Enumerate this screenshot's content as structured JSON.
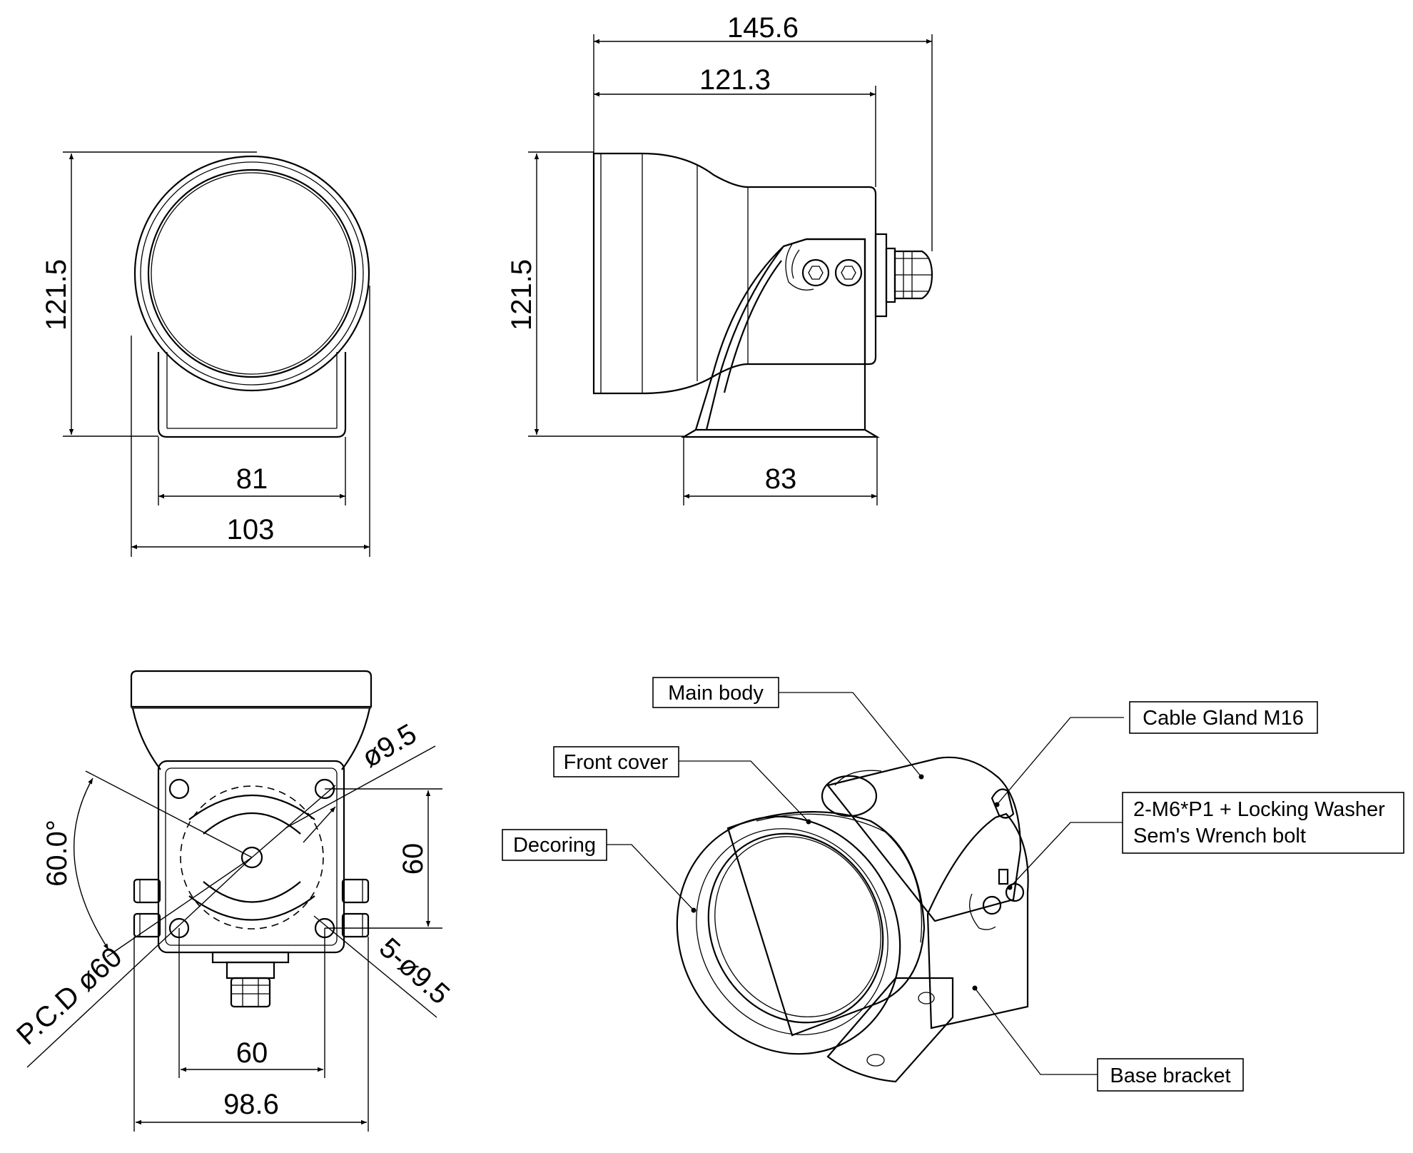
{
  "colors": {
    "line": "#000000",
    "background": "#ffffff"
  },
  "dimensions": {
    "front_height": "121.5",
    "front_base_width": "81",
    "front_overall_width": "103",
    "side_overall_length": "145.6",
    "side_body_length": "121.3",
    "side_height": "121.5",
    "side_base_length": "83",
    "bottom_hole_dia": "ø9.5",
    "bottom_angle": "60.0°",
    "bottom_vertical_spacing": "60",
    "bottom_pcd": "P.C.D ø60",
    "bottom_holes": "5-ø9.5",
    "bottom_horizontal_spacing": "60",
    "bottom_overall_width": "98.6"
  },
  "callouts": {
    "main_body": "Main body",
    "cable_gland": "Cable Gland M16",
    "front_cover": "Front cover",
    "bolt_line1": "2-M6*P1 + Locking Washer",
    "bolt_line2": "Sem's Wrench bolt",
    "decoring": "Decoring",
    "base_bracket": "Base bracket"
  }
}
